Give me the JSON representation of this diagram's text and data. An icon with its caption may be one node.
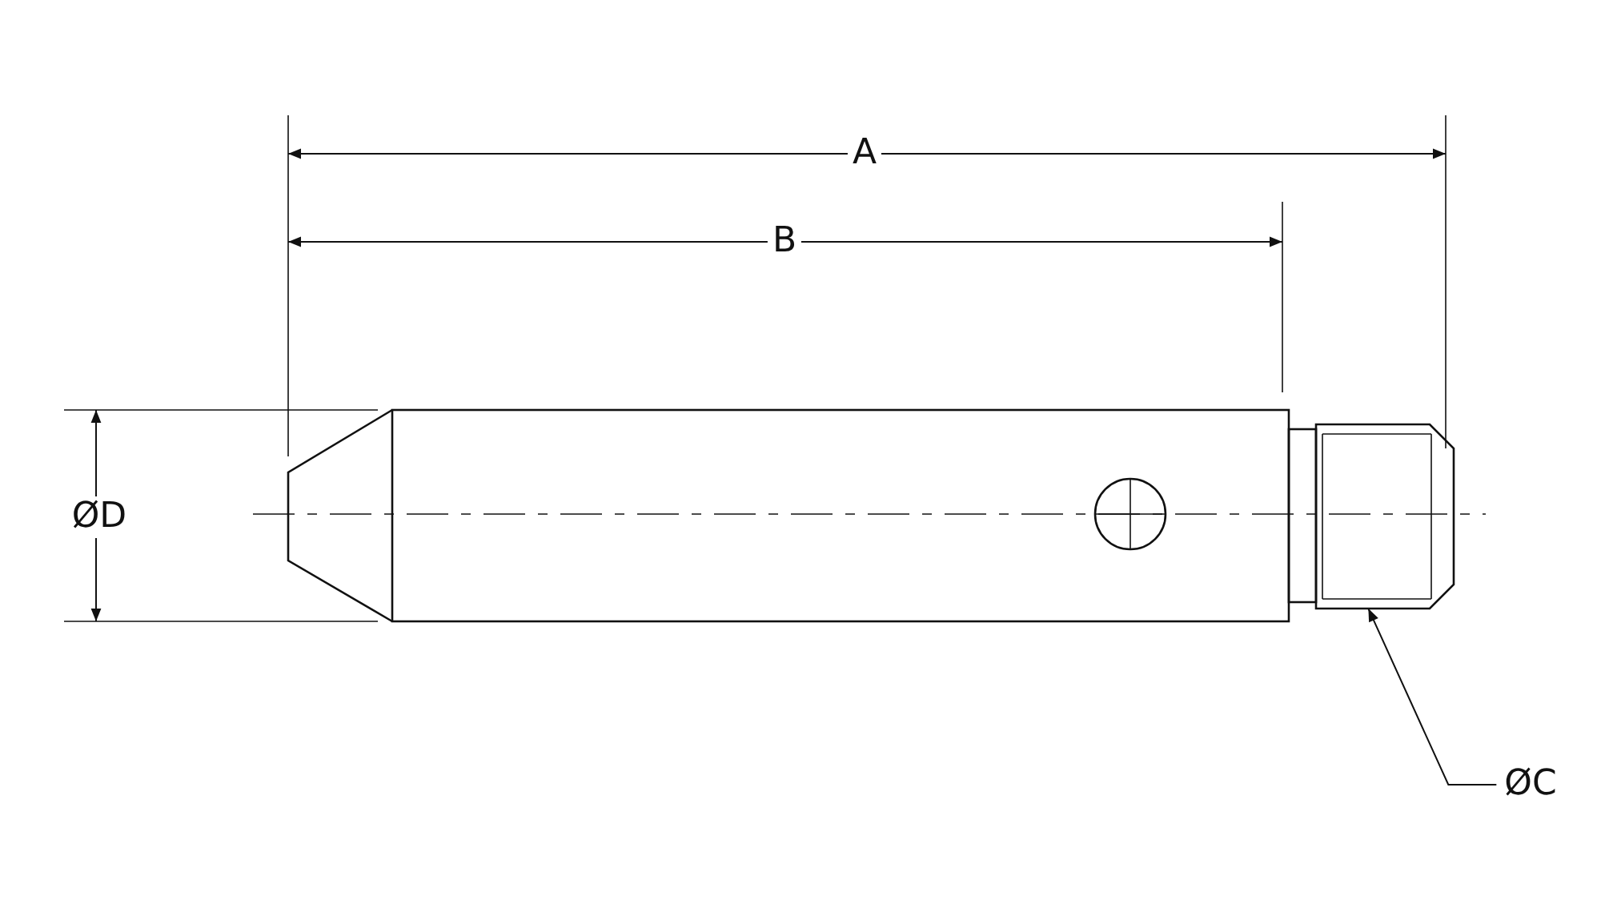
{
  "diagram": {
    "nodes": [
      {
        "text": [
          "ØC"
        ]
      },
      {
        "text": [],
        "shape": "picture"
      }
    ],
    "edges": [
      {
        "from": 0,
        "to": 1,
        "arrow": "to"
      }
    ],
    "labels": [
      "A",
      "B",
      "ØD"
    ]
  }
}
